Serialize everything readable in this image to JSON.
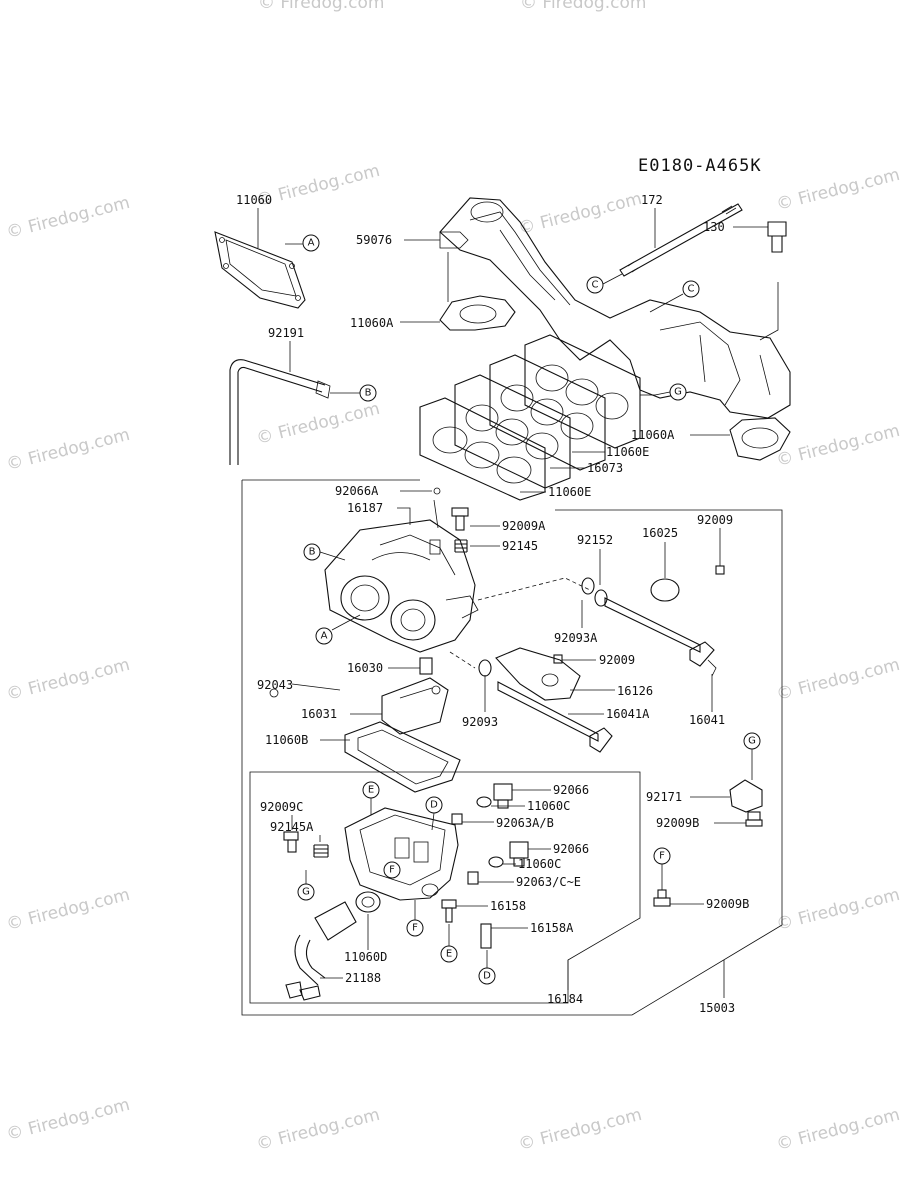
{
  "diagram_code": "E0180-A465K",
  "watermark_text": "© Firedog.com",
  "parts": {
    "p11060": "11060",
    "p59076": "59076",
    "p172": "172",
    "p130": "130",
    "p11060A_top": "11060A",
    "p92191": "92191",
    "p11060A_right": "11060A",
    "p11060E_a": "11060E",
    "p16073": "16073",
    "p11060E_b": "11060E",
    "p92066A": "92066A",
    "p16187": "16187",
    "p92009A": "92009A",
    "p92145": "92145",
    "p92152": "92152",
    "p16025": "16025",
    "p92009_top": "92009",
    "p92093A": "92093A",
    "p92009_mid": "92009",
    "p16030": "16030",
    "p92043": "92043",
    "p16126": "16126",
    "p16031": "16031",
    "p92093": "92093",
    "p16041A": "16041A",
    "p16041": "16041",
    "p11060B": "11060B",
    "p92009C": "92009C",
    "p92145A": "92145A",
    "p92066_a": "92066",
    "p11060C_a": "11060C",
    "p92063AB": "92063A/B",
    "p92066_b": "92066",
    "p11060C_b": "11060C",
    "p92063CE": "92063/C~E",
    "p92171": "92171",
    "p92009B_a": "92009B",
    "p16158": "16158",
    "p16158A": "16158A",
    "p92009B_b": "92009B",
    "p11060D": "11060D",
    "p21188": "21188",
    "p16184": "16184",
    "p15003": "15003"
  },
  "refs": {
    "A": "A",
    "B": "B",
    "C": "C",
    "D": "D",
    "E": "E",
    "F": "F",
    "G": "G"
  }
}
